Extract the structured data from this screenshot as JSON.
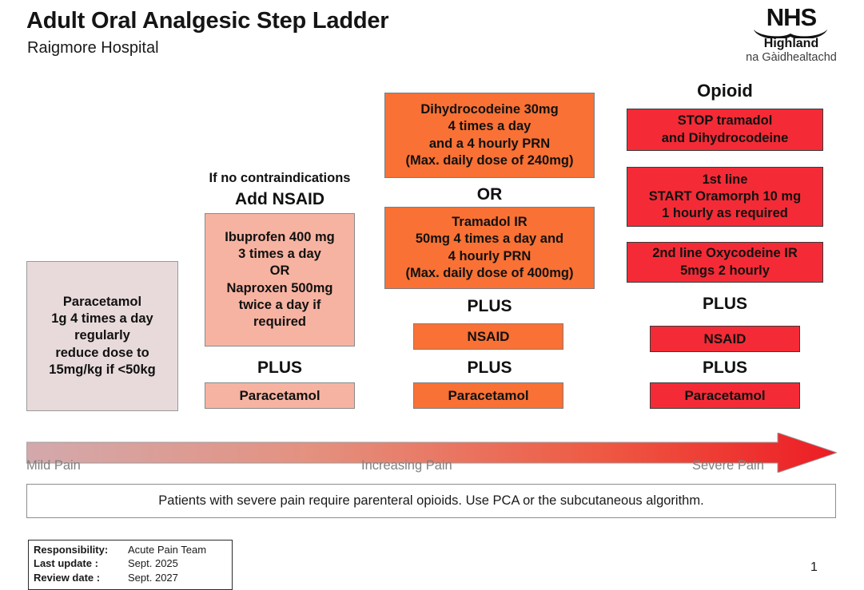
{
  "header": {
    "title": "Adult Oral Analgesic Step Ladder",
    "subtitle": "Raigmore Hospital",
    "logo": {
      "word": "NHS",
      "region": "Highland",
      "region_gaelic": "na Gàidhealtachd"
    }
  },
  "colors": {
    "step1": "#E8DADB",
    "step2": "#F7B3A1",
    "step3": "#F97134",
    "step4": "#F42B36",
    "arrow_start": "#D3A9AC",
    "arrow_end": "#ED1C24",
    "pain_label": "#808080"
  },
  "steps": [
    {
      "id": "step-1",
      "heading": "",
      "subheading": "",
      "main_box": "Paracetamol\n1g 4 times a day\nregularly\nreduce dose to\n15mg/kg if <50kg",
      "main_lines": [
        "Paracetamol",
        "1g 4 times a day",
        "regularly",
        "reduce dose to",
        "15mg/kg if <50kg"
      ]
    },
    {
      "id": "step-2",
      "subheading": "If no contraindications",
      "heading": "Add NSAID",
      "main_lines": [
        "Ibuprofen 400 mg",
        "3 times a day",
        "OR",
        "Naproxen 500mg",
        "twice a day if",
        "required"
      ],
      "plus_label": "PLUS",
      "paracetamol_label": "Paracetamol"
    },
    {
      "id": "step-3",
      "box_a_lines": [
        "Dihydrocodeine 30mg",
        "4 times a day",
        "and a 4 hourly PRN",
        "(Max. daily dose of 240mg)"
      ],
      "or_label": "OR",
      "box_b_lines": [
        "Tramadol IR",
        "50mg 4 times a day and",
        "4 hourly PRN",
        "(Max. daily dose of 400mg)"
      ],
      "plus_label": "PLUS",
      "nsaid_label": "NSAID",
      "plus_label_2": "PLUS",
      "paracetamol_label": "Paracetamol"
    },
    {
      "id": "step-4",
      "heading": "Opioid",
      "box_a_lines": [
        "STOP tramadol",
        "and Dihydrocodeine"
      ],
      "box_b_lines": [
        "1st line",
        "START Oramorph 10 mg",
        "1 hourly as required"
      ],
      "box_c_lines": [
        "2nd line Oxycodeine IR",
        "5mgs 2 hourly"
      ],
      "plus_label": "PLUS",
      "nsaid_label": "NSAID",
      "plus_label_2": "PLUS",
      "paracetamol_label": "Paracetamol"
    }
  ],
  "pain_scale": {
    "mild": "Mild Pain",
    "increasing": "Increasing Pain",
    "severe": "Severe Pain"
  },
  "severe_note": "Patients with severe pain require parenteral opioids. Use PCA or the subcutaneous algorithm.",
  "meta": {
    "rows": [
      {
        "key": "Responsibility:",
        "value": "Acute Pain Team"
      },
      {
        "key": "Last update :",
        "value": "Sept. 2025"
      },
      {
        "key": "Review date :",
        "value": "Sept. 2027"
      }
    ]
  },
  "page_number": "1"
}
